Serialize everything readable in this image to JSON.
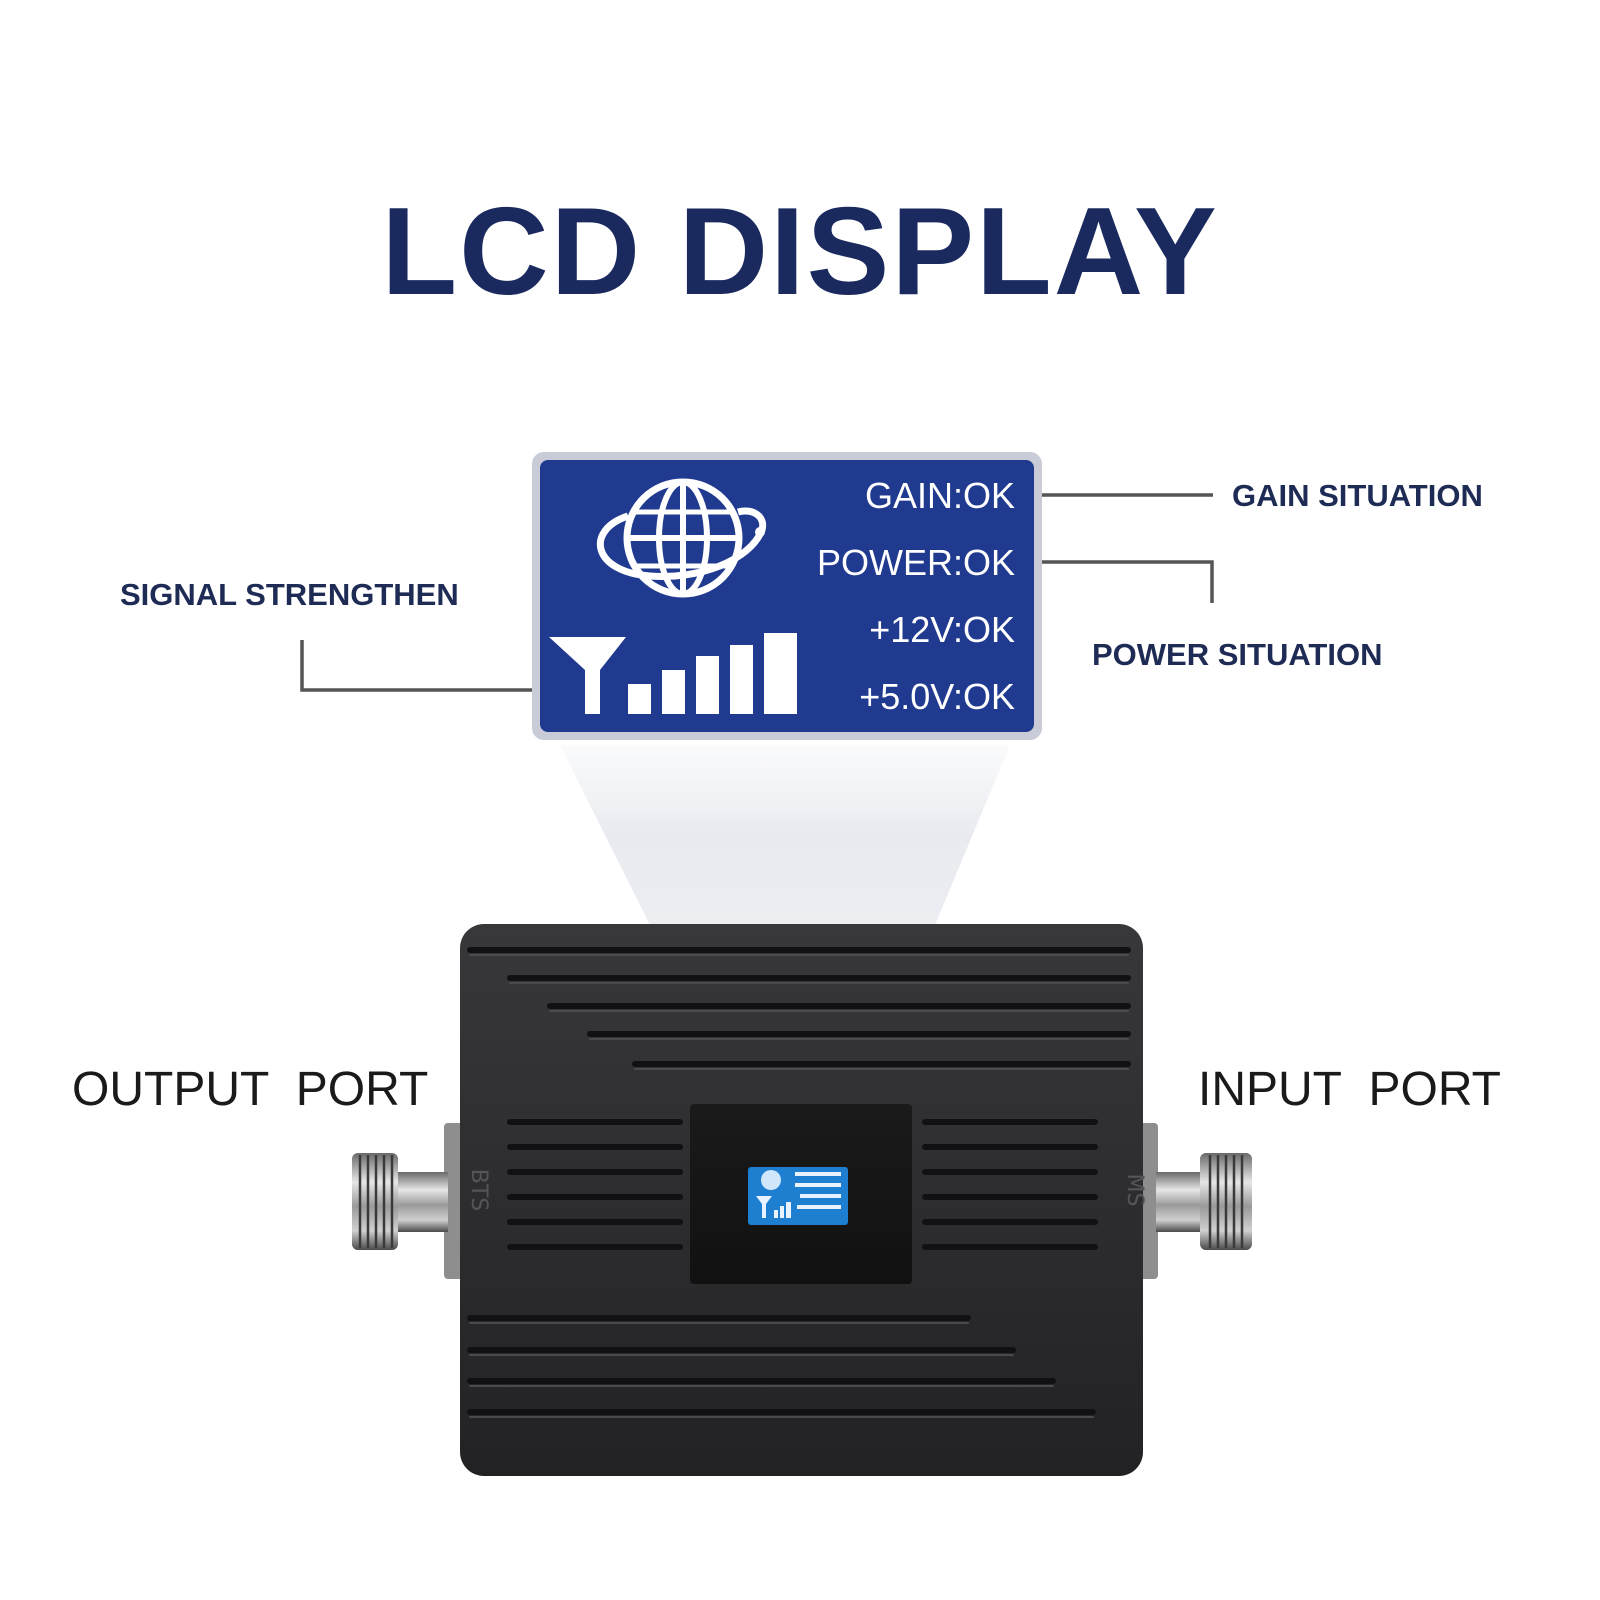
{
  "title": "LCD DISPLAY",
  "callouts": {
    "gain": "GAIN SITUATION",
    "power": "POWER SITUATION",
    "signal": "SIGNAL STRENGTHEN"
  },
  "lcd": {
    "lines": [
      "GAIN:OK",
      "POWER:OK",
      "+12V:OK",
      "+5.0V:OK"
    ],
    "signal_bars": 5
  },
  "device": {
    "left_side_label": "BTS",
    "right_side_label": "MS"
  },
  "ports": {
    "output": "OUTPUT  PORT",
    "input": "INPUT  PORT"
  },
  "colors": {
    "lcd_blue": "#1f3a8f",
    "title_navy": "#1a2a5e",
    "device_body": "#2a2a2c",
    "mini_lcd": "#1e7fd0"
  }
}
